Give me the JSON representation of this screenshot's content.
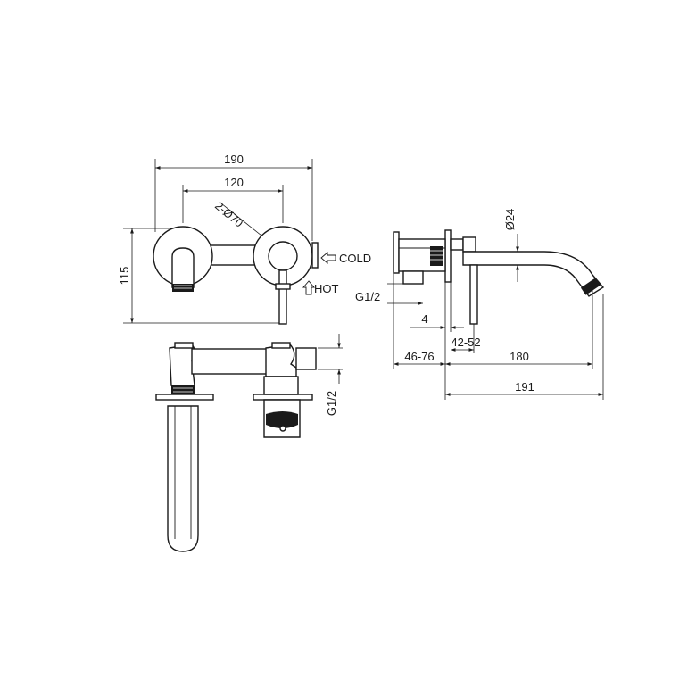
{
  "dimensions": {
    "width_190": "190",
    "spacing_120": "120",
    "holes_2_d70": "2-Ø70",
    "height_115": "115",
    "thread_g12_side": "G1/2",
    "thread_g12_front": "G1/2",
    "wall_depth_4": "4",
    "range_42_52": "42-52",
    "range_46_76": "46-76",
    "spout_180": "180",
    "spout_191": "191",
    "spout_d24": "Ø24"
  },
  "labels": {
    "cold": "COLD",
    "hot": "HOT"
  }
}
